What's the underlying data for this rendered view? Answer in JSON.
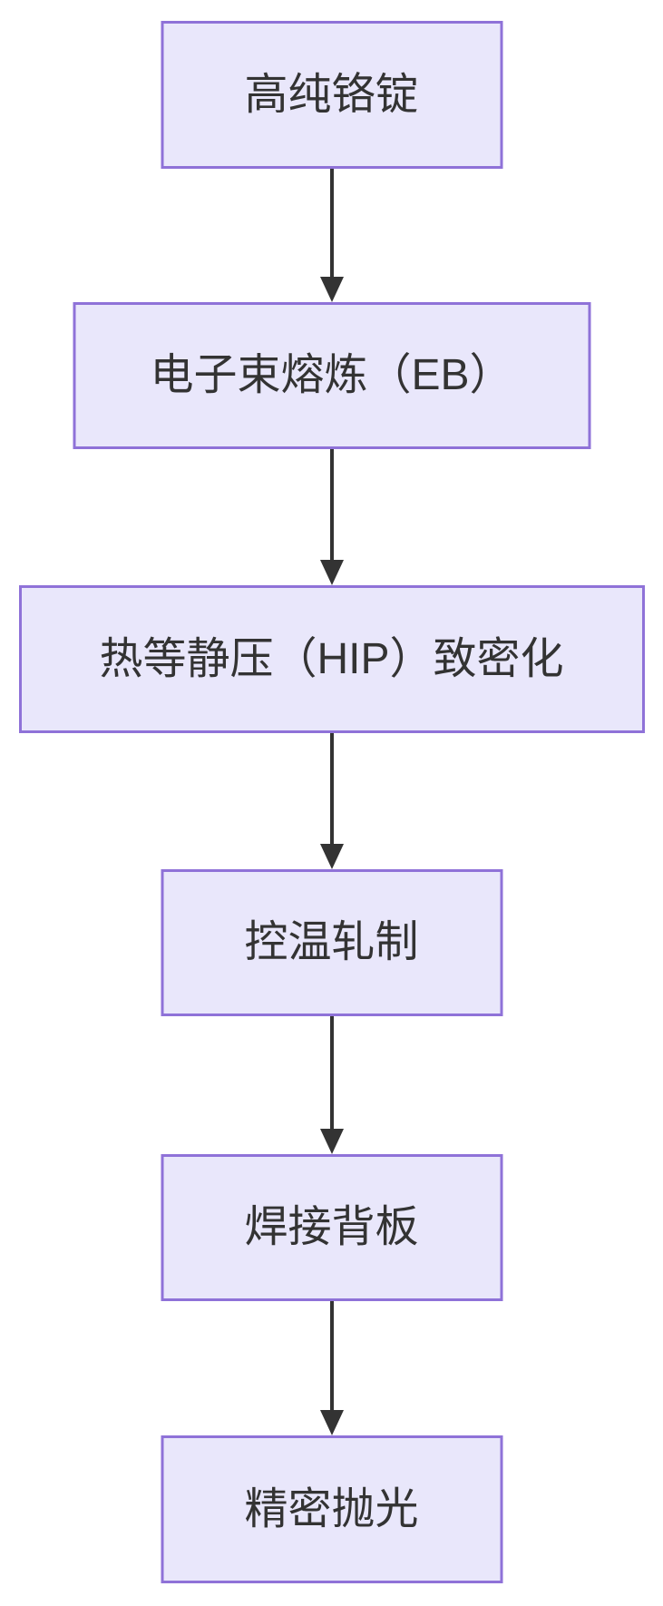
{
  "diagram": {
    "type": "flowchart",
    "direction": "top-down",
    "nodes": [
      {
        "id": "n1",
        "label": "高纯铬锭"
      },
      {
        "id": "n2",
        "label": "电子束熔炼（EB）"
      },
      {
        "id": "n3",
        "label": "热等静压（HIP）致密化"
      },
      {
        "id": "n4",
        "label": "控温轧制"
      },
      {
        "id": "n5",
        "label": "焊接背板"
      },
      {
        "id": "n6",
        "label": "精密抛光"
      }
    ],
    "edges": [
      {
        "from": "n1",
        "to": "n2"
      },
      {
        "from": "n2",
        "to": "n3"
      },
      {
        "from": "n3",
        "to": "n4"
      },
      {
        "from": "n4",
        "to": "n5"
      },
      {
        "from": "n5",
        "to": "n6"
      }
    ],
    "colors": {
      "node_fill": "#E9E7FB",
      "node_border": "#8F72D8",
      "text": "#333333",
      "arrow": "#333333",
      "background": "#FFFFFF"
    }
  }
}
